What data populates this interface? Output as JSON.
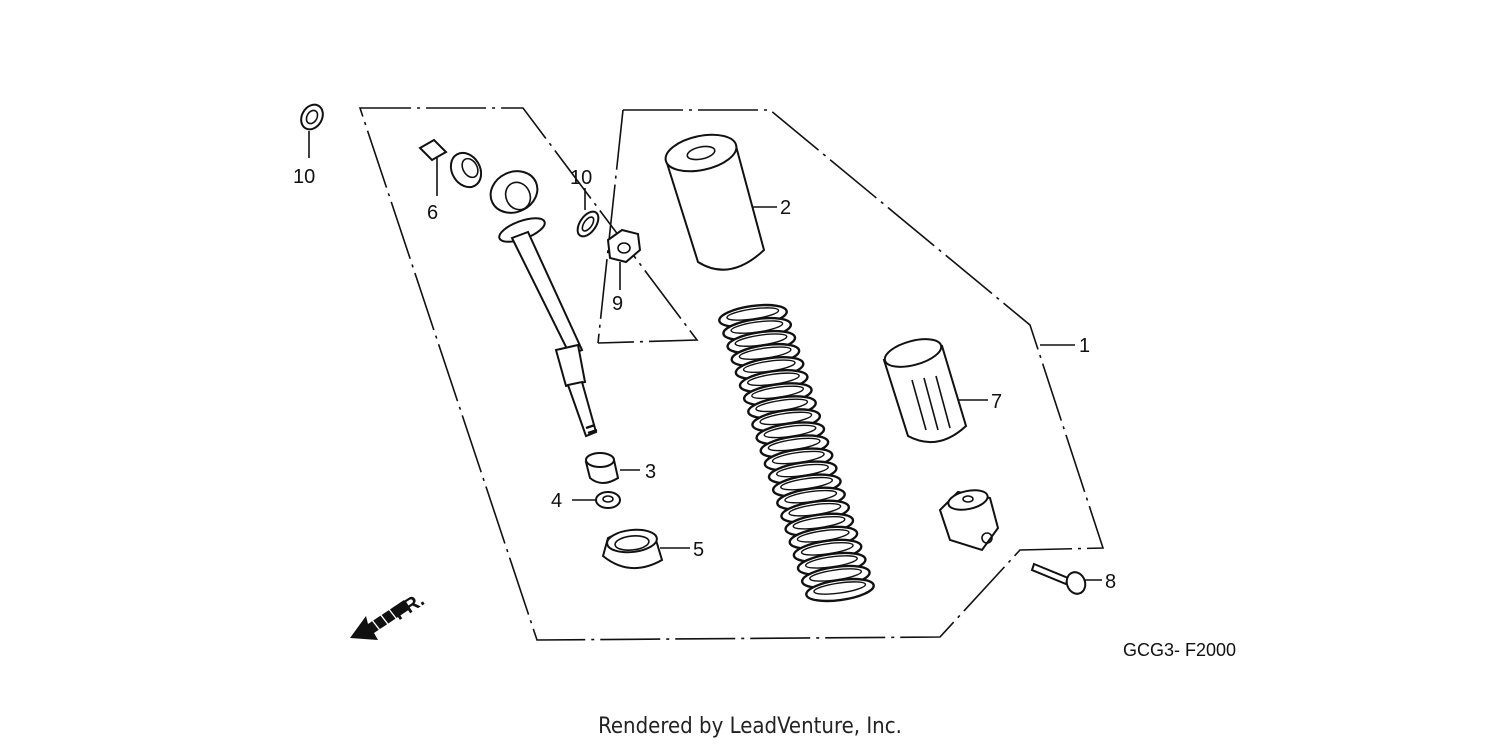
{
  "diagram": {
    "callouts": [
      {
        "id": "c1",
        "label": "1"
      },
      {
        "id": "c2",
        "label": "2"
      },
      {
        "id": "c3",
        "label": "3"
      },
      {
        "id": "c4",
        "label": "4"
      },
      {
        "id": "c5",
        "label": "5"
      },
      {
        "id": "c6",
        "label": "6"
      },
      {
        "id": "c7",
        "label": "7"
      },
      {
        "id": "c8",
        "label": "8"
      },
      {
        "id": "c9",
        "label": "9"
      },
      {
        "id": "c10a",
        "label": "10"
      },
      {
        "id": "c10b",
        "label": "10"
      }
    ],
    "direction_label": "FR.",
    "diagram_code": "GCG3- F2000"
  },
  "footer": {
    "credit": "Rendered by LeadVenture, Inc."
  }
}
